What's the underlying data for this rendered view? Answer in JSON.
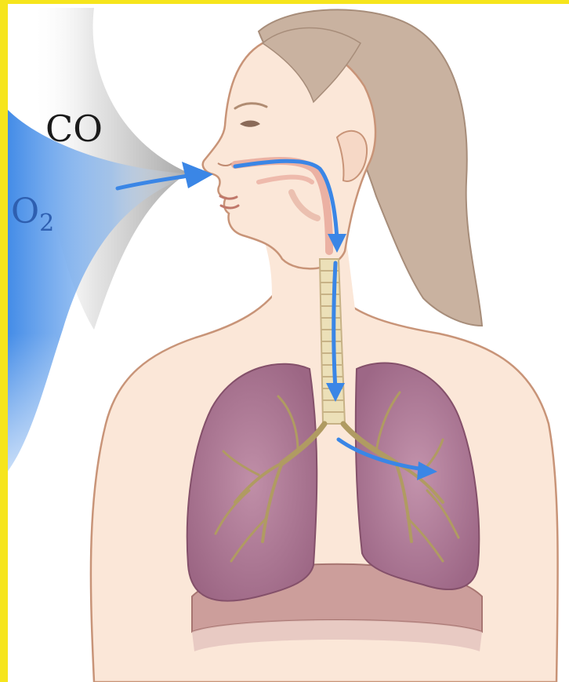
{
  "labels": {
    "co": "CO",
    "o2_main": "O",
    "o2_sub": "2"
  },
  "colors": {
    "frame": "#f6e51c",
    "oxygen_flow": "#3a86e6",
    "co_flow": "#8c8c8c",
    "skin": "#fbe7d8",
    "skin_outline": "#c89478",
    "hair": "#c9b2a0",
    "lung": "#b07a96",
    "bronchi": "#b09b62",
    "trachea": "#ece0b8",
    "diaphragm": "#cc9e9b"
  },
  "icons": {
    "arrow": "airflow-arrow-icon"
  }
}
